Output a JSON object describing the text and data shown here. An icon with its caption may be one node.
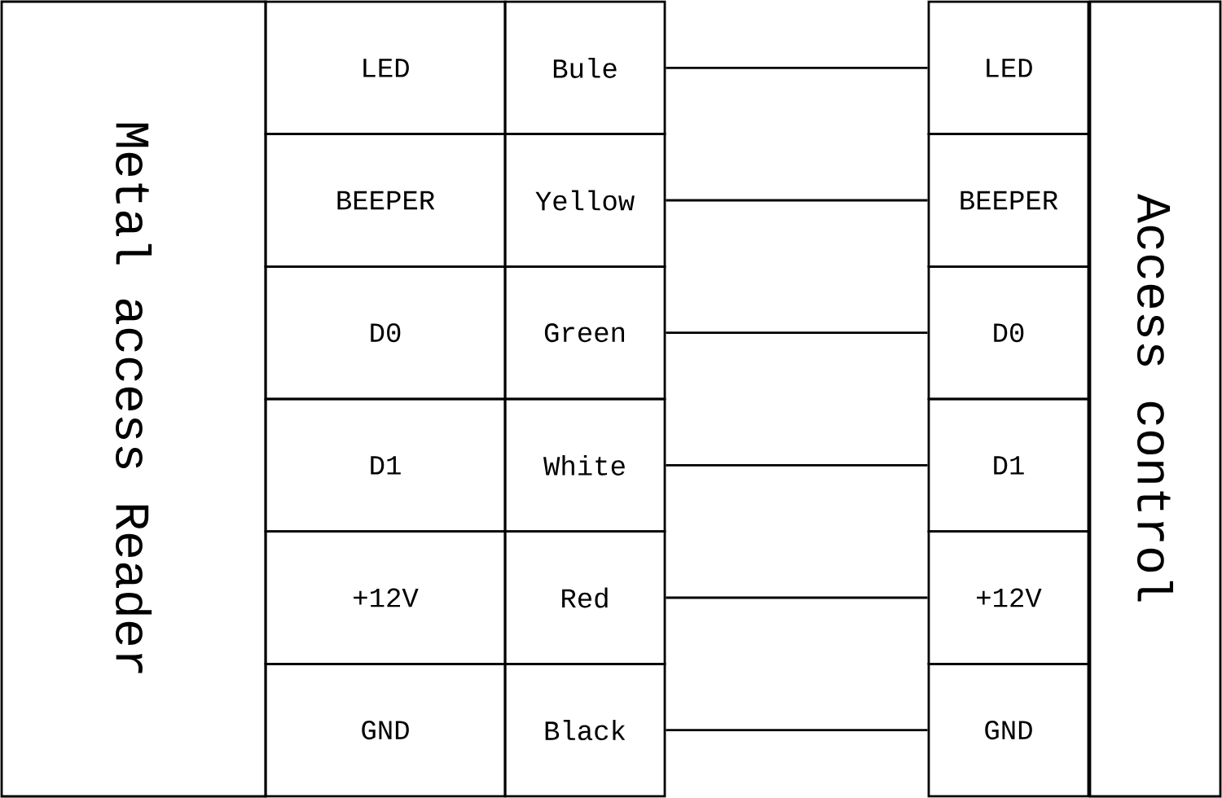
{
  "diagram": {
    "nodes": [
      {
        "text": [
          "Metal access Reader"
        ]
      },
      {
        "text": [
          "LED"
        ]
      },
      {
        "text": [
          "BEEPER"
        ]
      },
      {
        "text": [
          "D0"
        ]
      },
      {
        "text": [
          "D1"
        ]
      },
      {
        "text": [
          "+12V"
        ]
      },
      {
        "text": [
          "GND"
        ]
      },
      {
        "text": [
          "Bule"
        ]
      },
      {
        "text": [
          "Yellow"
        ]
      },
      {
        "text": [
          "Green"
        ]
      },
      {
        "text": [
          "White"
        ]
      },
      {
        "text": [
          "Red"
        ]
      },
      {
        "text": [
          "Black"
        ]
      },
      {
        "text": [
          "LED"
        ]
      },
      {
        "text": [
          "BEEPER"
        ]
      },
      {
        "text": [
          "D0"
        ]
      },
      {
        "text": [
          "D1"
        ]
      },
      {
        "text": [
          "+12V"
        ]
      },
      {
        "text": [
          "GND"
        ]
      },
      {
        "text": [
          "Access control"
        ]
      }
    ],
    "edges": [
      {
        "from": 7,
        "to": 13,
        "arrow": "none"
      },
      {
        "from": 8,
        "to": 14,
        "arrow": "none"
      },
      {
        "from": 9,
        "to": 15,
        "arrow": "none"
      },
      {
        "from": 10,
        "to": 16,
        "arrow": "none"
      },
      {
        "from": 11,
        "to": 17,
        "arrow": "none"
      },
      {
        "from": 12,
        "to": 18,
        "arrow": "none"
      }
    ]
  }
}
